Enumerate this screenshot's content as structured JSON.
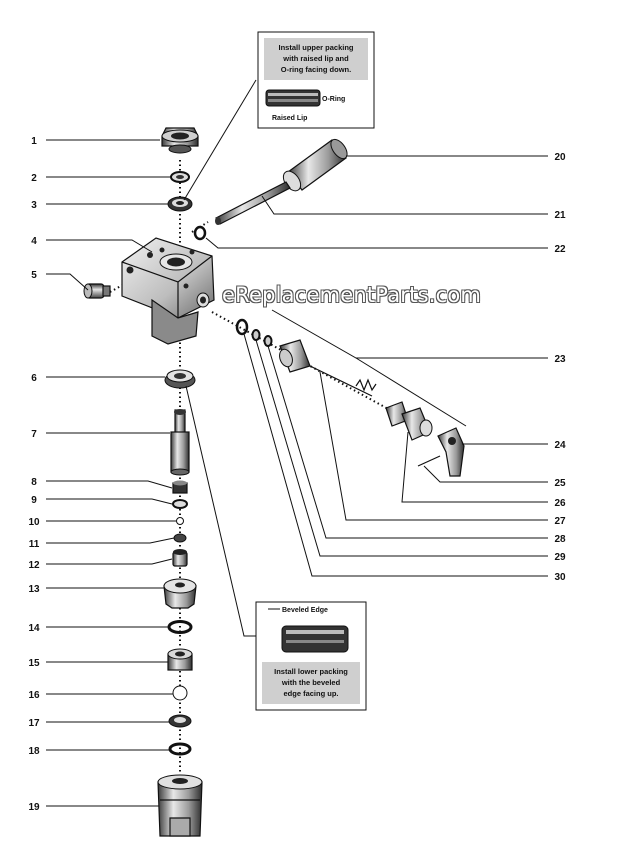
{
  "parts": [
    {
      "id": "1",
      "label": "1"
    },
    {
      "id": "2",
      "label": "2"
    },
    {
      "id": "3",
      "label": "3"
    },
    {
      "id": "4",
      "label": "4"
    },
    {
      "id": "5",
      "label": "5"
    },
    {
      "id": "6",
      "label": "6"
    },
    {
      "id": "7",
      "label": "7"
    },
    {
      "id": "8",
      "label": "8"
    },
    {
      "id": "9",
      "label": "9"
    },
    {
      "id": "10",
      "label": "10"
    },
    {
      "id": "11",
      "label": "11"
    },
    {
      "id": "12",
      "label": "12"
    },
    {
      "id": "13",
      "label": "13"
    },
    {
      "id": "14",
      "label": "14"
    },
    {
      "id": "15",
      "label": "15"
    },
    {
      "id": "16",
      "label": "16"
    },
    {
      "id": "17",
      "label": "17"
    },
    {
      "id": "18",
      "label": "18"
    },
    {
      "id": "19",
      "label": "19"
    },
    {
      "id": "20",
      "label": "20"
    },
    {
      "id": "21",
      "label": "21"
    },
    {
      "id": "22",
      "label": "22"
    },
    {
      "id": "23",
      "label": "23"
    },
    {
      "id": "24",
      "label": "24"
    },
    {
      "id": "25",
      "label": "25"
    },
    {
      "id": "26",
      "label": "26"
    },
    {
      "id": "27",
      "label": "27"
    },
    {
      "id": "28",
      "label": "28"
    },
    {
      "id": "29",
      "label": "29"
    },
    {
      "id": "30",
      "label": "30"
    }
  ],
  "upper_note": {
    "lines": [
      "Install upper packing",
      "with raised lip and",
      "O-ring facing down."
    ],
    "oring_label": "O-Ring",
    "lip_label": "Raised Lip"
  },
  "lower_note": {
    "edge_label": "Beveled Edge",
    "lines": [
      "Install lower packing",
      "with the beveled",
      "edge facing up."
    ]
  },
  "watermark": "eReplacementParts.com"
}
